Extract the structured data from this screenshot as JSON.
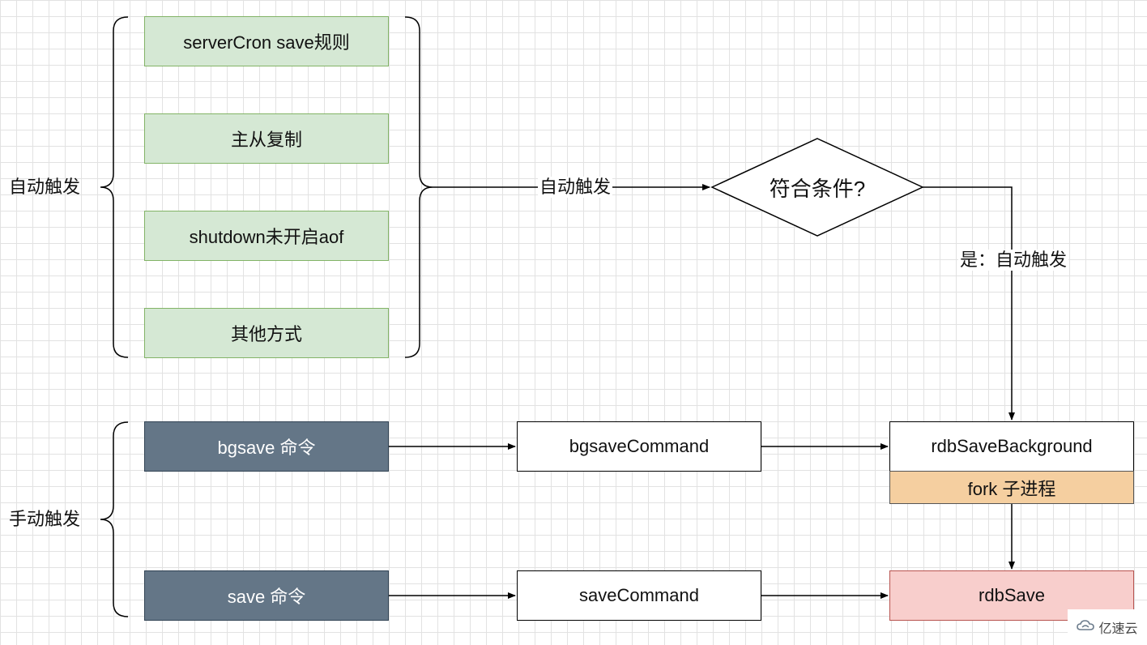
{
  "auto_group": {
    "label": "自动触发",
    "items": [
      "serverCron save规则",
      "主从复制",
      "shutdown未开启aof",
      "其他方式"
    ]
  },
  "manual_group": {
    "label": "手动触发",
    "items": [
      "bgsave 命令",
      "save 命令"
    ]
  },
  "edges": {
    "auto_to_decision": "自动触发",
    "decision_to_background": "是：自动触发"
  },
  "decision": {
    "label": "符合条件?"
  },
  "commands": {
    "bgsave": "bgsaveCommand",
    "save": "saveCommand"
  },
  "targets": {
    "rdb_save_background": "rdbSaveBackground",
    "fork_child": "fork 子进程",
    "rdb_save": "rdbSave"
  },
  "colors": {
    "green_fill": "#d5e8d4",
    "slate_fill": "#647687",
    "orange_fill": "#f5cfa0",
    "red_fill": "#f8cecc"
  },
  "watermark": {
    "text": "亿速云",
    "icon": "cloud-logo-icon"
  }
}
